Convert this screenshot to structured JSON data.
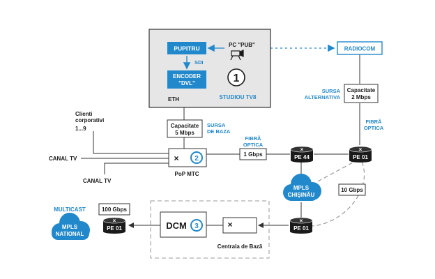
{
  "colors": {
    "blue": "#2288cc",
    "dark": "#1a1a1a",
    "grey_box": "#e6e6e6",
    "line": "#333333",
    "dash": "#999999"
  },
  "studio": {
    "pupitru": "PUPITRU",
    "pc_pub": "PC \"PUB\"",
    "sdi": "SDI",
    "encoder_line1": "ENCODER",
    "encoder_line2": "\"DVL\"",
    "number": "1",
    "name": "STUDIOU TV8",
    "eth": "ETH"
  },
  "radiocom": "RADIOCOM",
  "sursa_alt": {
    "line1": "SURSA",
    "line2": "ALTERNATIVA"
  },
  "cap_alt": {
    "line1": "Capacitate",
    "line2": "2 Mbps"
  },
  "fibra_right": {
    "line1": "FIBRĂ",
    "line2": "OPTICA"
  },
  "clienti": {
    "line1": "Clienti",
    "line2": "corporativi",
    "line3": "1...9"
  },
  "cap_baza": {
    "line1": "Capacitate",
    "line2": "5 Mbps"
  },
  "sursa_baza": {
    "line1": "SURSA",
    "line2": "DE BAZA"
  },
  "fibra_mid": {
    "line1": "FIBRĂ",
    "line2": "OPTICA"
  },
  "link_1g": "1 Gbps",
  "canal_tv_1": "CANAL TV",
  "canal_tv_2": "CANAL TV",
  "pop": {
    "x": "×",
    "number": "2",
    "label": "PoP MTC"
  },
  "pe44": "PE 44",
  "pe01_top": "PE 01",
  "mpls_chisinau": {
    "line1": "MPLS",
    "line2": "CHIŞINĂU"
  },
  "link_10g": "10 Gbps",
  "multicast": "MULTICAST",
  "mpls_national": {
    "line1": "MPLS",
    "line2": "NATIONAL"
  },
  "link_100g": "100 Gbps",
  "pe01_left": "PE 01",
  "pe01_bottom": "PE 01",
  "dcm": {
    "label": "DCM",
    "number": "3",
    "x": "×"
  },
  "centrala": "Centrala de Bază"
}
